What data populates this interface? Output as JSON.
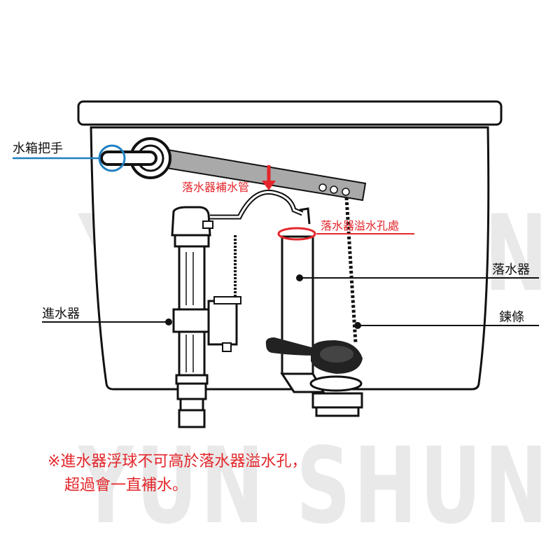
{
  "watermark": "YUN SHUN",
  "labels": {
    "tank_handle": "水箱把手",
    "refill_tube": "落水器補水管",
    "overflow_hole": "落水器溢水孔處",
    "flush_valve": "落水器",
    "fill_valve": "進水器",
    "chain": "鍊條"
  },
  "note": {
    "line1": "※進水器浮球不可高於落水器溢水孔，",
    "line2": "超過會一直補水。"
  },
  "colors": {
    "accent_red": "#e3262b",
    "leader_blue": "#1e7fc1",
    "outline": "#111111",
    "watermark": "#d8d8d8"
  }
}
